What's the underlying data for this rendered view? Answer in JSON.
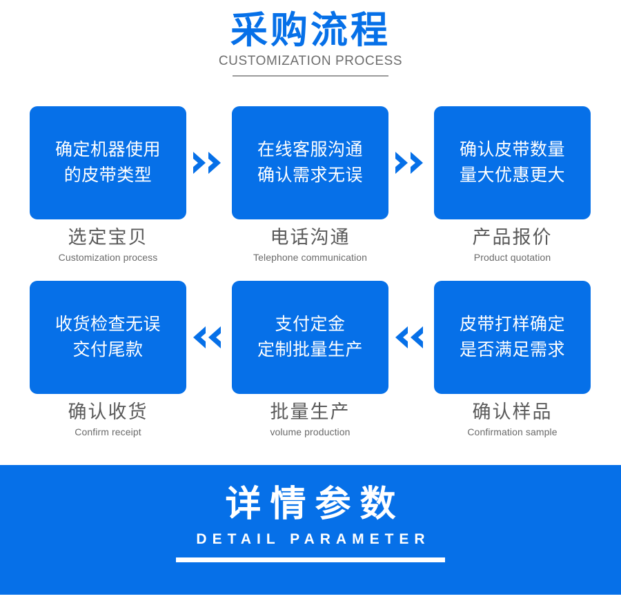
{
  "header": {
    "title_cn": "采购流程",
    "title_en": "CUSTOMIZATION PROCESS",
    "accent_color": "#0670E8",
    "rule_color": "#9a9a9a"
  },
  "flow": {
    "arrow_right_icon": "double-chevron-right",
    "arrow_left_icon": "double-chevron-left",
    "box_color": "#0670E8",
    "box_text_color": "#ffffff",
    "caption_color": "#5a5a5a",
    "steps": [
      {
        "index": 1,
        "box_line1": "确定机器使用",
        "box_line2": "的皮带类型",
        "caption_cn": "选定宝贝",
        "caption_en": "Customization process"
      },
      {
        "index": 2,
        "box_line1": "在线客服沟通",
        "box_line2": "确认需求无误",
        "caption_cn": "电话沟通",
        "caption_en": "Telephone communication"
      },
      {
        "index": 3,
        "box_line1": "确认皮带数量",
        "box_line2": "量大优惠更大",
        "caption_cn": "产品报价",
        "caption_en": "Product quotation"
      },
      {
        "index": 4,
        "box_line1": "收货检查无误",
        "box_line2": "交付尾款",
        "caption_cn": "确认收货",
        "caption_en": "Confirm receipt"
      },
      {
        "index": 5,
        "box_line1": "支付定金",
        "box_line2": "定制批量生产",
        "caption_cn": "批量生产",
        "caption_en": "volume production"
      },
      {
        "index": 6,
        "box_line1": "皮带打样确定",
        "box_line2": "是否满足需求",
        "caption_cn": "确认样品",
        "caption_en": "Confirmation sample"
      }
    ]
  },
  "banner": {
    "title_cn": "详情参数",
    "title_en": "DETAIL PARAMETER",
    "background_color": "#0670E8",
    "text_color": "#ffffff"
  }
}
